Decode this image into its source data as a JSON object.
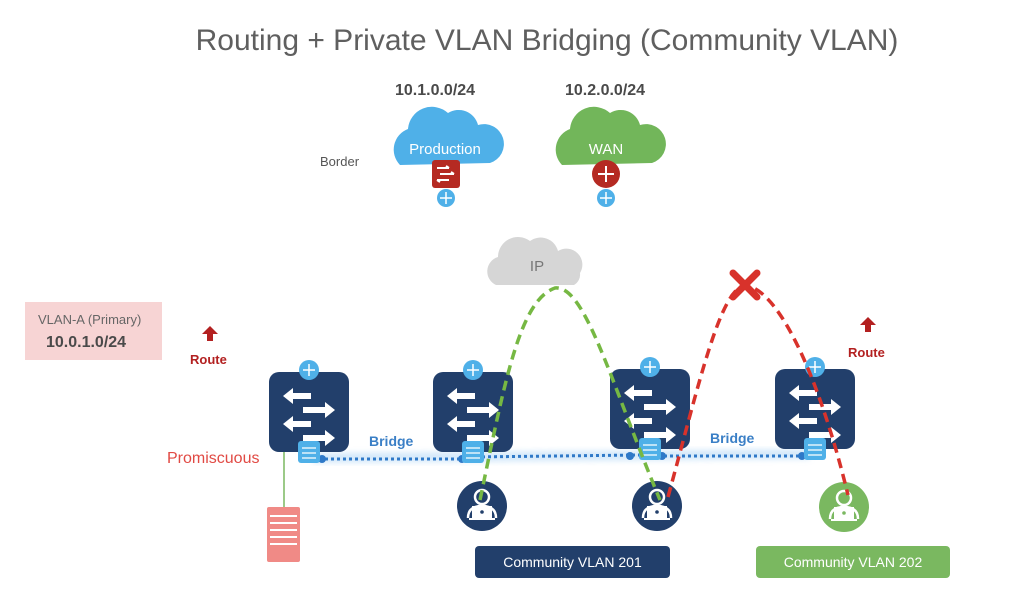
{
  "title": "Routing + Private VLAN Bridging (Community VLAN)",
  "border": {
    "label": "Border",
    "networks": [
      {
        "name": "Production",
        "subnet": "10.1.0.0/24",
        "cloud_color": "#4fb0e8",
        "device": "switch-icon",
        "device_color": "#b52a22"
      },
      {
        "name": "WAN",
        "subnet": "10.2.0.0/24",
        "cloud_color": "#72b65a",
        "device": "router-icon",
        "device_color": "#b52a22"
      }
    ]
  },
  "core": {
    "label": "IP",
    "cloud_color": "#d6d6d6"
  },
  "primary_vlan": {
    "name": "VLAN-A (Primary)",
    "subnet": "10.0.1.0/24"
  },
  "route_labels": [
    "Route",
    "Route"
  ],
  "bridge_labels": [
    "Bridge",
    "Bridge"
  ],
  "promiscuous_label": "Promiscuous",
  "communities": [
    {
      "label": "Community VLAN 201",
      "color": "#223f6b"
    },
    {
      "label": "Community VLAN 202",
      "color": "#7ab860"
    }
  ],
  "paths": [
    {
      "name": "allowed-path",
      "color": "#76b843",
      "status": "allowed"
    },
    {
      "name": "blocked-path",
      "color": "#d8322b",
      "status": "blocked"
    }
  ],
  "colors": {
    "switch": "#223f6b",
    "edge_port": "#4fb0e8",
    "bridge_line": "#2f79c8",
    "server": "#f08a86"
  }
}
